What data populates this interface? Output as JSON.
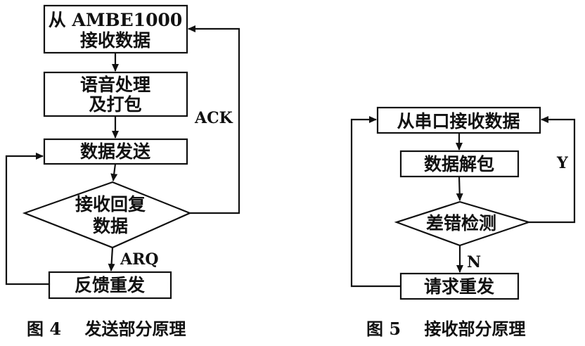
{
  "figure_send": {
    "caption": "图 4    发送部分原理",
    "nodes": {
      "receive_from_ambe": [
        "从 AMBE1000",
        "接收数据"
      ],
      "voice_processing": [
        "语音处理",
        "及打包"
      ],
      "data_send": [
        "数据发送"
      ],
      "receive_reply": [
        "接收回复",
        "数据"
      ],
      "feedback_resend": [
        "反馈重发"
      ]
    },
    "edges": {
      "ack": "ACK",
      "arq": "ARQ"
    }
  },
  "figure_receive": {
    "caption": "图 5    接收部分原理",
    "nodes": {
      "receive_from_serial": [
        "从串口接收数据"
      ],
      "data_unpack": [
        "数据解包"
      ],
      "error_check": [
        "差错检测"
      ],
      "request_resend": [
        "请求重发"
      ]
    },
    "edges": {
      "yes": "Y",
      "no": "N"
    }
  },
  "colors": {
    "ink": "#111111",
    "paper": "#ffffff"
  }
}
